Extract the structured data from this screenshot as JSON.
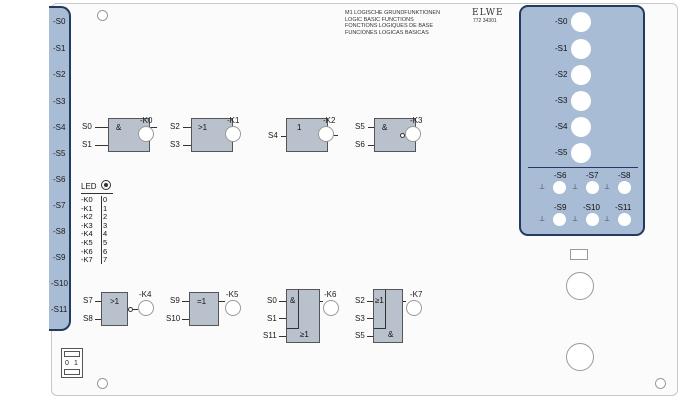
{
  "header": {
    "lines": [
      "M1 LOGISCHE GRUNDFUNKTIONEN",
      "LOGIC BASIC FUNCTIONS",
      "FONCTIONS LOGIQUES DE BASE",
      "FUNCIONES LOGICAS BASICAS"
    ],
    "brand": "ELWE",
    "part_no": "772 34301"
  },
  "left_strip": {
    "labels": [
      "-S0",
      "-S1",
      "-S2",
      "-S3",
      "-S4",
      "-S5",
      "-S6",
      "-S7",
      "-S8",
      "-S9",
      "-S10",
      "-S11"
    ]
  },
  "gates": {
    "g0": {
      "symbol": "&",
      "in1": "S0",
      "in2": "S1",
      "out": "-K0"
    },
    "g1": {
      "symbol": ">1",
      "in1": "S2",
      "in2": "S3",
      "out": "-K1"
    },
    "g2": {
      "symbol": "1",
      "in1": "S4",
      "out": "-K2"
    },
    "g3": {
      "symbol": "&",
      "in1": "S5",
      "in2": "S6",
      "out": "-K3"
    },
    "g4": {
      "symbol": ">1",
      "in1": "S7",
      "in2": "S8",
      "out": "-K4"
    },
    "g5": {
      "symbol": "=1",
      "in1": "S9",
      "in2": "S10",
      "out": "-K5"
    },
    "g6": {
      "symbol_top": "&",
      "symbol_bot": "≥1",
      "in1": "S0",
      "in2": "S1",
      "in3": "S11",
      "out": "-K6"
    },
    "g7": {
      "symbol_top": "≥1",
      "symbol_bot": "&",
      "in1": "S2",
      "in2": "S3",
      "in3": "S5",
      "out": "-K7"
    }
  },
  "led_legend": {
    "title": "LED",
    "rows": [
      {
        "k": "-K0",
        "v": "0"
      },
      {
        "k": "-K1",
        "v": "1"
      },
      {
        "k": "-K2",
        "v": "2"
      },
      {
        "k": "-K3",
        "v": "3"
      },
      {
        "k": "-K4",
        "v": "4"
      },
      {
        "k": "-K5",
        "v": "5"
      },
      {
        "k": "-K6",
        "v": "6"
      },
      {
        "k": "-K7",
        "v": "7"
      }
    ]
  },
  "right_panel": {
    "buttons": [
      "-S0",
      "-S1",
      "-S2",
      "-S3",
      "-S4",
      "-S5"
    ],
    "switches_row1": [
      "-S6",
      "-S7",
      "-S8"
    ],
    "switches_row2": [
      "-S9",
      "-S10",
      "-S11"
    ]
  },
  "logo_box": {
    "d1": "0",
    "d2": "1"
  }
}
